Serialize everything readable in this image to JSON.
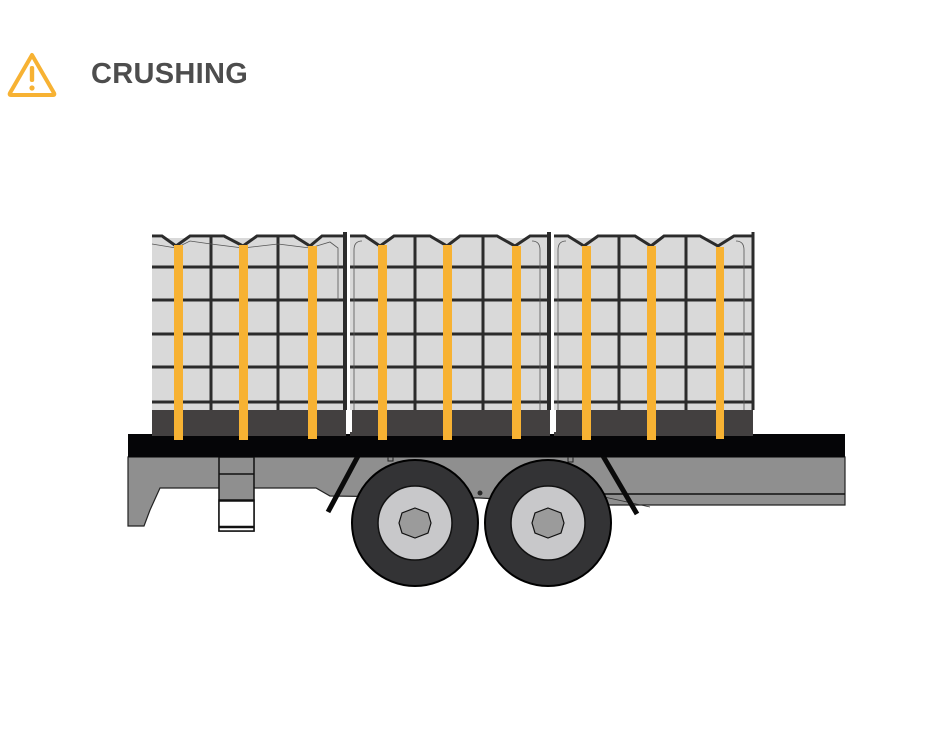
{
  "header": {
    "icon": "warning-triangle-icon",
    "title": "CRUSHING"
  },
  "illustration": {
    "subject": "flatbed trailer carrying three IBC tote containers secured with straps",
    "containers": 3,
    "straps_per_container": 3,
    "axles": 2,
    "colors": {
      "warning": "#F7B233",
      "title_text": "#4D4D4D",
      "strap": "#F7B233",
      "container_fill": "#D9D9D9",
      "cage": "#2B2B2B",
      "pallet": "#434040",
      "deck": "#050507",
      "chassis": "#8F8F8F",
      "tire": "#333335",
      "rim": "#C8C8CA",
      "hub": "#9B9B9B"
    }
  }
}
